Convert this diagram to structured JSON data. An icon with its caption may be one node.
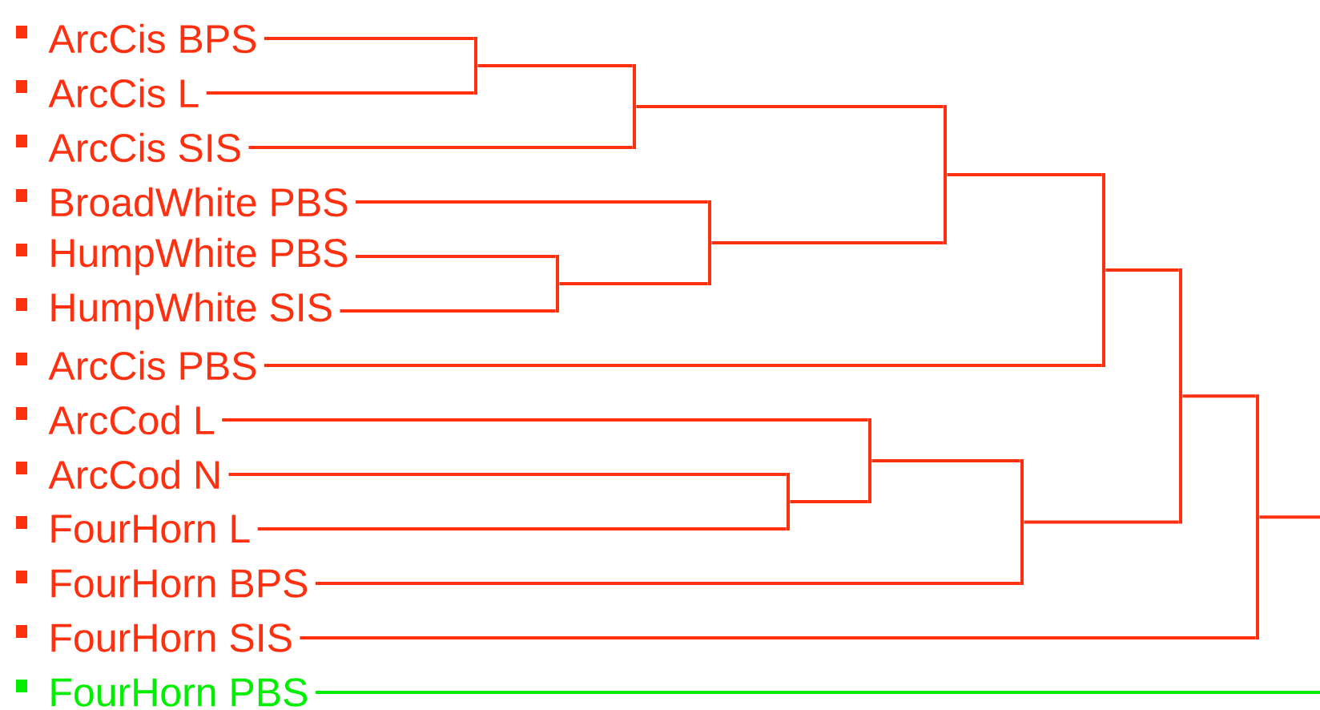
{
  "diagram": {
    "nodes": [
      {
        "text": [
          "ArcCis BPS"
        ]
      },
      {
        "text": [
          "ArcCis L"
        ]
      },
      {
        "text": [
          "ArcCis SIS"
        ]
      },
      {
        "text": [
          "BroadWhite PBS"
        ]
      },
      {
        "text": [
          "HumpWhite PBS"
        ]
      },
      {
        "text": [
          "HumpWhite SIS"
        ]
      },
      {
        "text": [
          "ArcCis PBS"
        ]
      },
      {
        "text": [
          "ArcCod L"
        ]
      },
      {
        "text": [
          "ArcCod N"
        ]
      },
      {
        "text": [
          "FourHorn L"
        ]
      },
      {
        "text": [
          "FourHorn BPS"
        ]
      },
      {
        "text": [
          "FourHorn SIS"
        ]
      },
      {
        "text": [
          "FourHorn PBS"
        ]
      },
      {
        "text": [],
        "shape": "bar"
      },
      {
        "text": [],
        "shape": "bar"
      },
      {
        "text": [],
        "shape": "bar"
      },
      {
        "text": [],
        "shape": "bar"
      },
      {
        "text": [],
        "shape": "bar"
      },
      {
        "text": [],
        "shape": "bar"
      },
      {
        "text": [],
        "shape": "bar"
      },
      {
        "text": [],
        "shape": "bar"
      },
      {
        "text": [],
        "shape": "bar"
      },
      {
        "text": [],
        "shape": "bar"
      },
      {
        "text": [],
        "shape": "bar"
      }
    ],
    "edges": [
      {
        "from": 0,
        "to": 13,
        "arrow": "none"
      },
      {
        "from": 1,
        "to": 13,
        "arrow": "none"
      },
      {
        "from": 13,
        "to": 14,
        "arrow": "none"
      },
      {
        "from": 2,
        "to": 14,
        "arrow": "none"
      },
      {
        "from": 4,
        "to": 15,
        "arrow": "none"
      },
      {
        "from": 5,
        "to": 15,
        "arrow": "none"
      },
      {
        "from": 3,
        "to": 16,
        "arrow": "none"
      },
      {
        "from": 15,
        "to": 16,
        "arrow": "none"
      },
      {
        "from": 14,
        "to": 17,
        "arrow": "none"
      },
      {
        "from": 16,
        "to": 17,
        "arrow": "none"
      },
      {
        "from": 17,
        "to": 18,
        "arrow": "none"
      },
      {
        "from": 6,
        "to": 18,
        "arrow": "none"
      },
      {
        "from": 8,
        "to": 19,
        "arrow": "none"
      },
      {
        "from": 9,
        "to": 19,
        "arrow": "none"
      },
      {
        "from": 7,
        "to": 20,
        "arrow": "none"
      },
      {
        "from": 19,
        "to": 20,
        "arrow": "none"
      },
      {
        "from": 20,
        "to": 21,
        "arrow": "none"
      },
      {
        "from": 10,
        "to": 21,
        "arrow": "none"
      },
      {
        "from": 18,
        "to": 22,
        "arrow": "none"
      },
      {
        "from": 21,
        "to": 22,
        "arrow": "none"
      },
      {
        "from": 22,
        "to": 23,
        "arrow": "none"
      },
      {
        "from": 11,
        "to": 23,
        "arrow": "none"
      },
      {
        "from": 23,
        "to": null,
        "arrow": "none"
      },
      {
        "from": 12,
        "to": null,
        "arrow": "none",
        "color": "#00ee00"
      }
    ]
  }
}
